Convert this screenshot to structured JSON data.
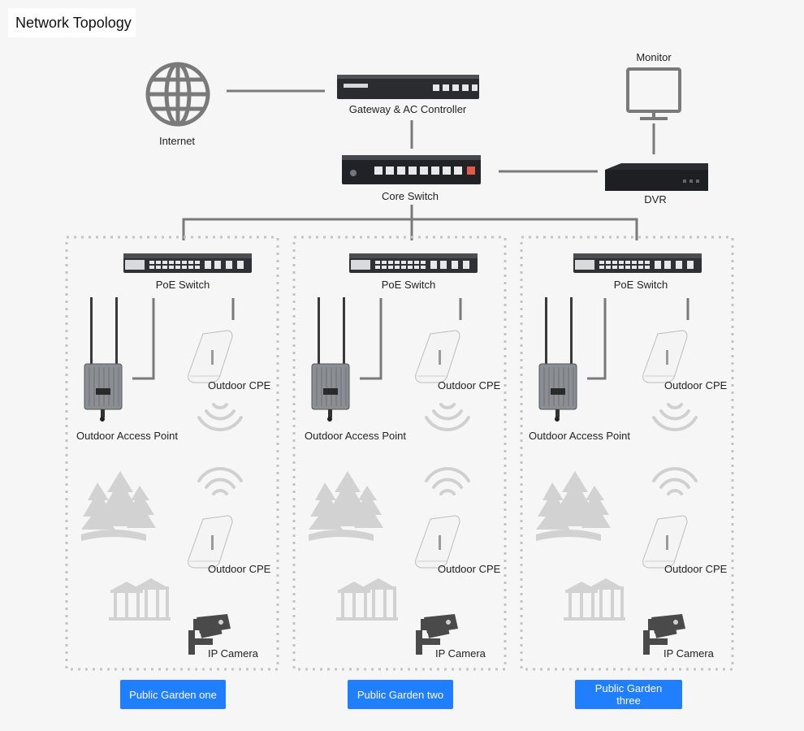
{
  "title": "Network Topology",
  "core": {
    "internet": "Internet",
    "gateway": "Gateway & AC Controller",
    "core_switch": "Core Switch",
    "monitor": "Monitor",
    "dvr": "DVR"
  },
  "gardens": [
    {
      "button": "Public Garden one",
      "poe": "PoE Switch",
      "ap": "Outdoor Access Point",
      "cpe_top": "Outdoor CPE",
      "cpe_bottom": "Outdoor CPE",
      "camera": "IP Camera"
    },
    {
      "button": "Public Garden two",
      "poe": "PoE Switch",
      "ap": "Outdoor Access Point",
      "cpe_top": "Outdoor CPE",
      "cpe_bottom": "Outdoor CPE",
      "camera": "IP Camera"
    },
    {
      "button": "Public Garden three",
      "poe": "PoE Switch",
      "ap": "Outdoor Access Point",
      "cpe_top": "Outdoor CPE",
      "cpe_bottom": "Outdoor CPE",
      "camera": "IP Camera"
    }
  ],
  "colors": {
    "line": "#7a7a7a",
    "button": "#1f7fff",
    "faded": "#d2d2d2"
  }
}
